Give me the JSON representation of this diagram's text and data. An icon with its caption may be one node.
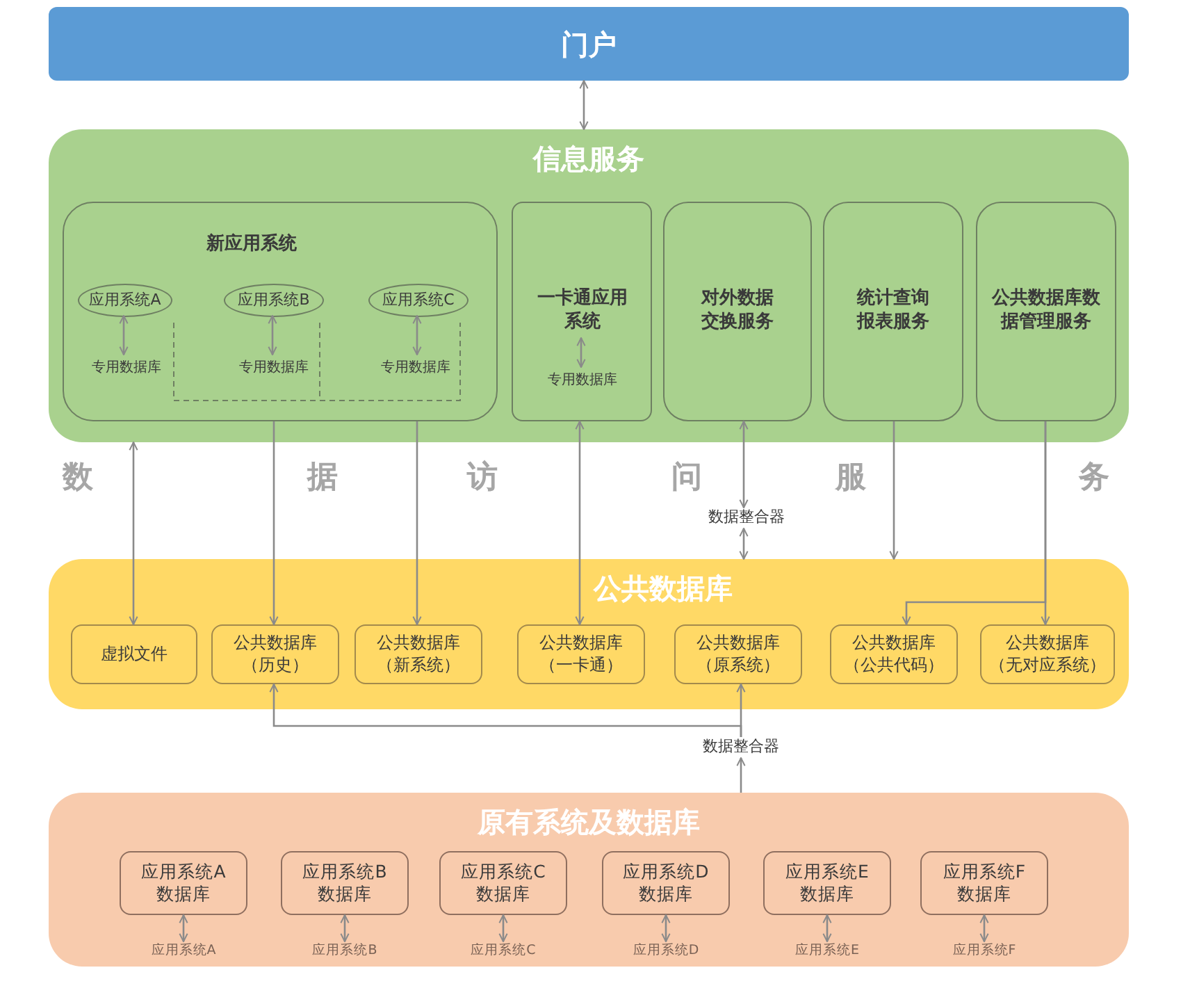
{
  "diagram": {
    "nodes": [
      {
        "text": [
          "门户"
        ]
      },
      {
        "text": [
          "信息服务"
        ]
      },
      {
        "text": [
          "新应用系统"
        ],
        "in": 1
      },
      {
        "text": [
          "应用系统A"
        ],
        "in": 2
      },
      {
        "text": [
          "专用数据库"
        ],
        "in": 2
      },
      {
        "text": [
          "应用系统B"
        ],
        "in": 2
      },
      {
        "text": [
          "专用数据库"
        ],
        "in": 2
      },
      {
        "text": [
          "应用系统C"
        ],
        "in": 2
      },
      {
        "text": [
          "专用数据库"
        ],
        "in": 2
      },
      {
        "text": [],
        "shape": "box",
        "in": 1
      },
      {
        "text": [
          "一卡通应用系统"
        ],
        "in": 9
      },
      {
        "text": [
          "专用数据库"
        ],
        "in": 9
      },
      {
        "text": [
          "对外数据交换服务"
        ],
        "in": 1
      },
      {
        "text": [
          "统计查询报表服务"
        ],
        "in": 1
      },
      {
        "text": [
          "公共数据库数据管理服务"
        ],
        "in": 1
      },
      {
        "text": [
          "公共数据库"
        ]
      },
      {
        "text": [
          "虚拟文件"
        ],
        "in": 15
      },
      {
        "text": [
          "公共数据库",
          "（历史）"
        ],
        "in": 15
      },
      {
        "text": [
          "公共数据库",
          "（新系统）"
        ],
        "in": 15
      },
      {
        "text": [
          "公共数据库",
          "（一卡通）"
        ],
        "in": 15
      },
      {
        "text": [
          "公共数据库",
          "（原系统）"
        ],
        "in": 15
      },
      {
        "text": [
          "公共数据库",
          "（公共代码）"
        ],
        "in": 15
      },
      {
        "text": [
          "公共数据库",
          "（无对应系统）"
        ],
        "in": 15
      },
      {
        "text": [
          "原有系统及数据库"
        ]
      },
      {
        "text": [
          "应用系统A数据库"
        ],
        "in": 23
      },
      {
        "text": [
          "应用系统A"
        ],
        "in": 23
      },
      {
        "text": [
          "应用系统B数据库"
        ],
        "in": 23
      },
      {
        "text": [
          "应用系统B"
        ],
        "in": 23
      },
      {
        "text": [
          "应用系统C数据库"
        ],
        "in": 23
      },
      {
        "text": [
          "应用系统C"
        ],
        "in": 23
      },
      {
        "text": [
          "应用系统D数据库"
        ],
        "in": 23
      },
      {
        "text": [
          "应用系统D"
        ],
        "in": 23
      },
      {
        "text": [
          "应用系统E数据库"
        ],
        "in": 23
      },
      {
        "text": [
          "应用系统E"
        ],
        "in": 23
      },
      {
        "text": [
          "应用系统F数据库"
        ],
        "in": 23
      },
      {
        "text": [
          "应用系统F"
        ],
        "in": 23
      },
      {
        "text": [
          "数据整合器"
        ]
      },
      {
        "text": [
          "数据整合器"
        ]
      }
    ],
    "edges": [
      {
        "from": 0,
        "to": 1,
        "arrow": "both"
      },
      {
        "from": 3,
        "to": 4,
        "arrow": "both"
      },
      {
        "from": 5,
        "to": 6,
        "arrow": "both"
      },
      {
        "from": 7,
        "to": 8,
        "arrow": "both"
      },
      {
        "from": 10,
        "to": 11,
        "arrow": "both"
      },
      {
        "from": 1,
        "to": 16,
        "arrow": "both"
      },
      {
        "from": 2,
        "to": 17,
        "arrow": "to"
      },
      {
        "from": 2,
        "to": 18,
        "arrow": "to"
      },
      {
        "from": 9,
        "to": 19,
        "arrow": "both"
      },
      {
        "from": 12,
        "to": 36,
        "arrow": "both"
      },
      {
        "from": 36,
        "to": 15,
        "arrow": "both"
      },
      {
        "from": 13,
        "to": 15,
        "arrow": "to"
      },
      {
        "from": 14,
        "to": 22,
        "arrow": "to"
      },
      {
        "from": 14,
        "to": 21,
        "arrow": "to"
      },
      {
        "from": 37,
        "to": 20,
        "arrow": "to"
      },
      {
        "from": 37,
        "to": 17,
        "arrow": "to"
      },
      {
        "from": 23,
        "to": 37,
        "arrow": "to"
      },
      {
        "from": 24,
        "to": 25,
        "arrow": "both"
      },
      {
        "from": 26,
        "to": 27,
        "arrow": "both"
      },
      {
        "from": 28,
        "to": 29,
        "arrow": "both"
      },
      {
        "from": 30,
        "to": 31,
        "arrow": "both"
      },
      {
        "from": 32,
        "to": 33,
        "arrow": "both"
      },
      {
        "from": 34,
        "to": 35,
        "arrow": "both"
      }
    ],
    "labels": [
      "数",
      "据",
      "访",
      "问",
      "服",
      "务"
    ]
  }
}
